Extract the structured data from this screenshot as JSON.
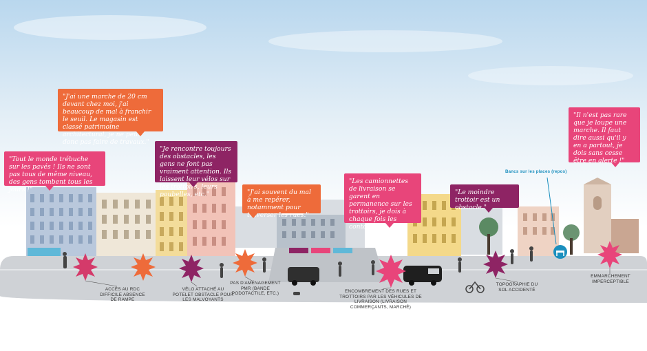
{
  "quotes": {
    "q1": "\"Tout le monde trébuche sur les pavés ! Ils ne sont pas tous de même niveau, des gens tombent tous les jours !\"",
    "q2": "\"J'ai une marche de 20 cm devant chez moi, j'ai beaucoup de mal à franchir le seuil. Le magasin est classé patrimoine architectural, je ne peux donc pas faire de travaux.\"",
    "q3": "\"Je rencontre toujours des obstacles, les gens ne font pas vraiment attention. Ils laissent leur vélos sur les trottoirs, leurs poubelles, etc.\"",
    "q4": "\"J'ai souvent du mal à me repérer, notamment pour traverser les rues.\"",
    "q5": "\"Les camionnettes de livraison se garent en permanence sur les trottoirs, je dois à chaque fois les contourner !\"",
    "q6": "\"Le moindre trottoir est un obstacle.\"",
    "q7": "\"Il n'est pas rare que je loupe une marche. Il faut dire aussi qu'il y en a partout, je dois sans cesse être en alerte !\""
  },
  "labels": {
    "l1": "Accès au RDC difficile absence de rampe",
    "l2": "Vélo attaché au potelet obstacle pour les malvoyants",
    "l3": "Pas d'aménagement PMR (bande podotactile, etc.)",
    "l4": "Encombrement des rues et trottoirs par les véhicules de livraison (livraison commerçants, marché)",
    "l5": "Topographie du sol accidenté",
    "l6": "Emmarchement imperceptible",
    "benches": "Bancs sur les places (repos)"
  },
  "colors": {
    "pink": "#e8457a",
    "orange": "#ee6b3a",
    "purple": "#8e2464",
    "sky_top": "#c6dff0",
    "road": "#cfd2d6",
    "accent_blue": "#1a8fbe"
  }
}
